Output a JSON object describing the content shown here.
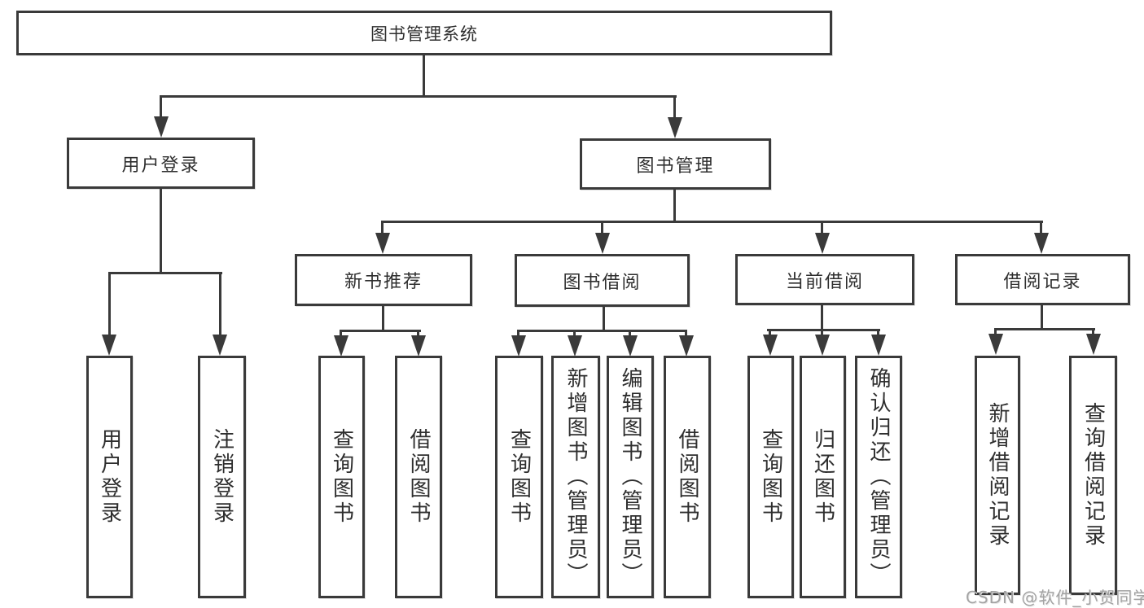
{
  "diagram": {
    "type": "hierarchy-tree",
    "title": "图书管理系统",
    "colors": {
      "line": "#3a3a3a",
      "text": "#2e2e2e",
      "background": "#ffffff",
      "watermark": "#a3a3a3"
    },
    "nodes": {
      "root": {
        "label": "图书管理系统"
      },
      "user_login": {
        "label": "用户登录"
      },
      "book_mgmt": {
        "label": "图书管理"
      },
      "new_book_rec": {
        "label": "新书推荐"
      },
      "book_borrow": {
        "label": "图书借阅"
      },
      "current_borrow": {
        "label": "当前借阅"
      },
      "borrow_records": {
        "label": "借阅记录"
      },
      "user_login_leaf": {
        "label": "用户登录"
      },
      "logout_leaf": {
        "label": "注销登录"
      },
      "rec_query": {
        "label": "查询图书"
      },
      "rec_borrow": {
        "label": "借阅图书"
      },
      "bb_query": {
        "label": "查询图书"
      },
      "bb_add": {
        "label": "新增图书（管理员）"
      },
      "bb_edit": {
        "label": "编辑图书（管理员）"
      },
      "bb_borrow": {
        "label": "借阅图书"
      },
      "cb_query": {
        "label": "查询图书"
      },
      "cb_return": {
        "label": "归还图书"
      },
      "cb_confirm": {
        "label": "确认归还（管理员）"
      },
      "br_add": {
        "label": "新增借阅记录"
      },
      "br_query": {
        "label": "查询借阅记录"
      }
    },
    "edges": [
      [
        "root",
        "user_login"
      ],
      [
        "root",
        "book_mgmt"
      ],
      [
        "user_login",
        "user_login_leaf"
      ],
      [
        "user_login",
        "logout_leaf"
      ],
      [
        "book_mgmt",
        "new_book_rec"
      ],
      [
        "book_mgmt",
        "book_borrow"
      ],
      [
        "book_mgmt",
        "current_borrow"
      ],
      [
        "book_mgmt",
        "borrow_records"
      ],
      [
        "new_book_rec",
        "rec_query"
      ],
      [
        "new_book_rec",
        "rec_borrow"
      ],
      [
        "book_borrow",
        "bb_query"
      ],
      [
        "book_borrow",
        "bb_add"
      ],
      [
        "book_borrow",
        "bb_edit"
      ],
      [
        "book_borrow",
        "bb_borrow"
      ],
      [
        "current_borrow",
        "cb_query"
      ],
      [
        "current_borrow",
        "cb_return"
      ],
      [
        "current_borrow",
        "cb_confirm"
      ],
      [
        "borrow_records",
        "br_add"
      ],
      [
        "borrow_records",
        "br_query"
      ]
    ],
    "watermark": "CSDN @软件_小贺同学"
  }
}
